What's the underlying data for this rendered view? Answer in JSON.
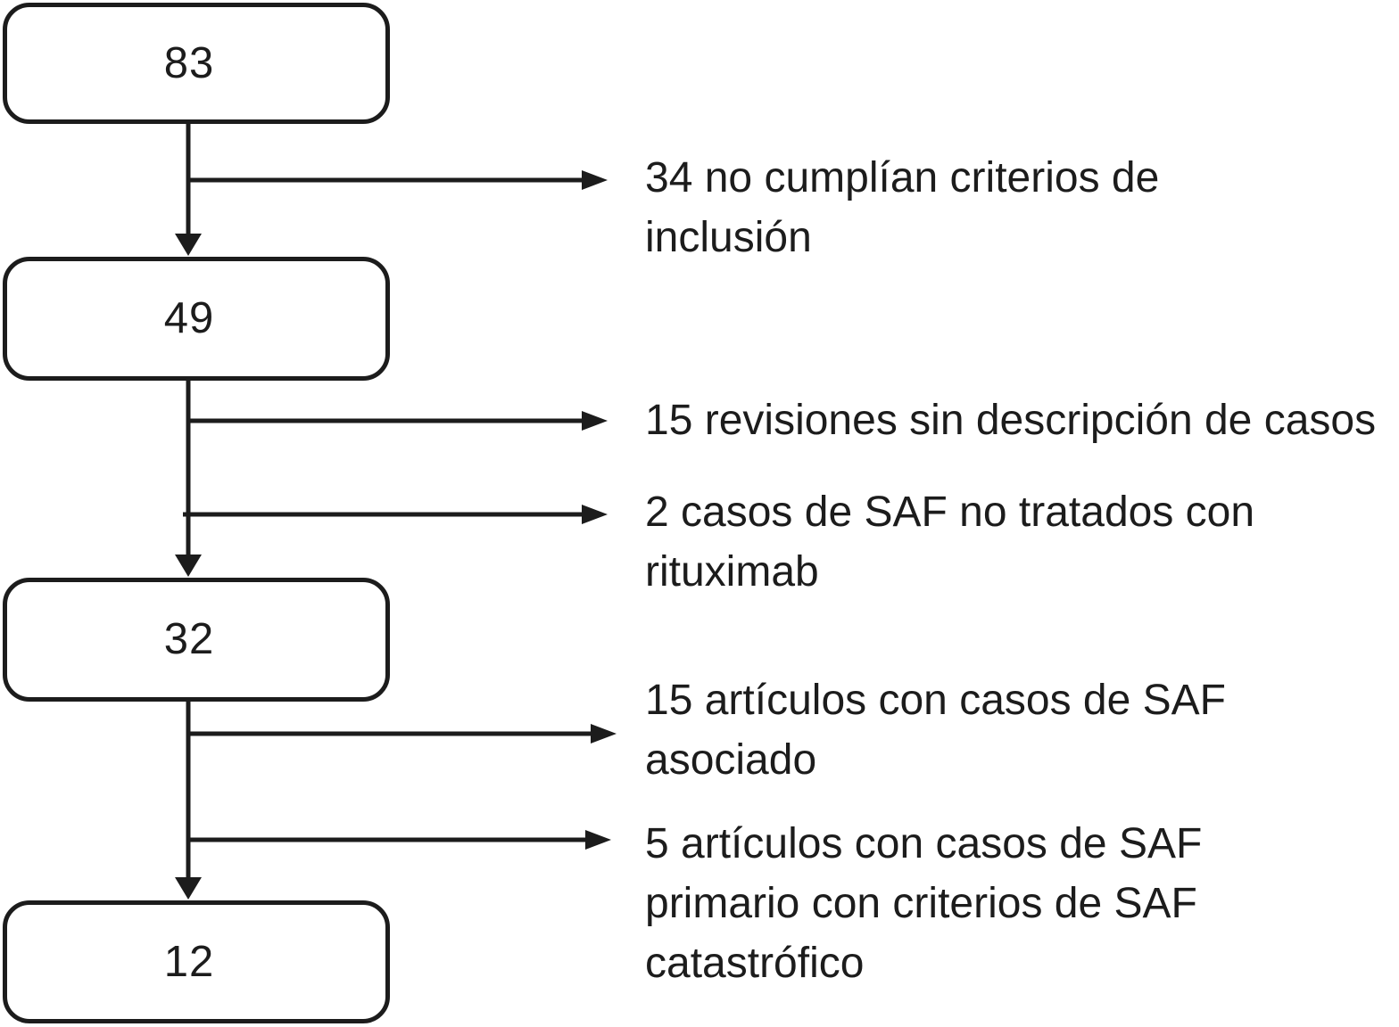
{
  "flowchart": {
    "description_colors": {
      "stroke": "#1c1c1c",
      "text": "#1c1c1c",
      "node_fill": "#ffffff"
    },
    "nodes": [
      {
        "id": "screened",
        "value": "83"
      },
      {
        "id": "eligible",
        "value": "49"
      },
      {
        "id": "assessed",
        "value": "32"
      },
      {
        "id": "included",
        "value": "12"
      }
    ],
    "branches": [
      {
        "from": "83",
        "lines": [
          "34 no cumplían criterios de",
          "inclusión"
        ]
      },
      {
        "from": "49",
        "lines": [
          "15 revisiones sin descripción de casos"
        ]
      },
      {
        "from": "49",
        "lines": [
          "2 casos de SAF no tratados con",
          "rituximab"
        ]
      },
      {
        "from": "32",
        "lines": [
          "15 artículos con casos de SAF",
          "asociado"
        ]
      },
      {
        "from": "32",
        "lines": [
          "5 artículos con casos de SAF",
          "primario con criterios de SAF",
          "catastrófico"
        ]
      }
    ]
  }
}
